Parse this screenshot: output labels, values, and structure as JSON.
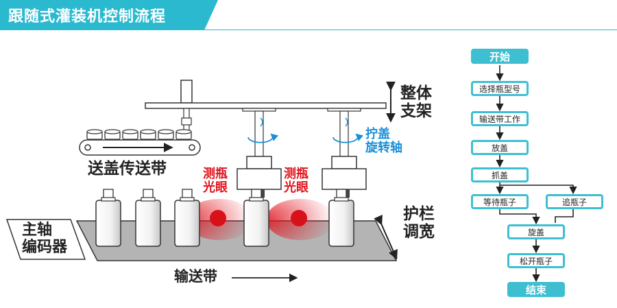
{
  "banner": {
    "title": "跟随式灌装机控制流程",
    "color": "#2bb9cf"
  },
  "labels": {
    "frame": [
      "整体",
      "支架"
    ],
    "cap_rotate": [
      "拧盖",
      "旋转轴"
    ],
    "cap_conveyor": "送盖传送带",
    "sensor_1": [
      "测瓶",
      "光眼"
    ],
    "sensor_2": [
      "测瓶",
      "光眼"
    ],
    "guard_adjust": [
      "护栏",
      "调宽"
    ],
    "encoder": [
      "主轴",
      "编码器"
    ],
    "conveyor": "输送带"
  },
  "flowchart": {
    "start": "开始",
    "select_bottle": "选择瓶型号",
    "cap_conveyor_work": "输送带工作",
    "place_cap": "放盖",
    "grab_cap": "抓盖",
    "wait_bottle": "等待瓶子",
    "chase_bottle": "追瓶子",
    "screw_cap": "旋盖",
    "release_bottle": "松开瓶子",
    "end": "结束"
  },
  "colors": {
    "accent": "#3dbfd1",
    "blue": "#1a8fd8",
    "red": "#e0141e",
    "conveyor": "#b4b4b4"
  }
}
